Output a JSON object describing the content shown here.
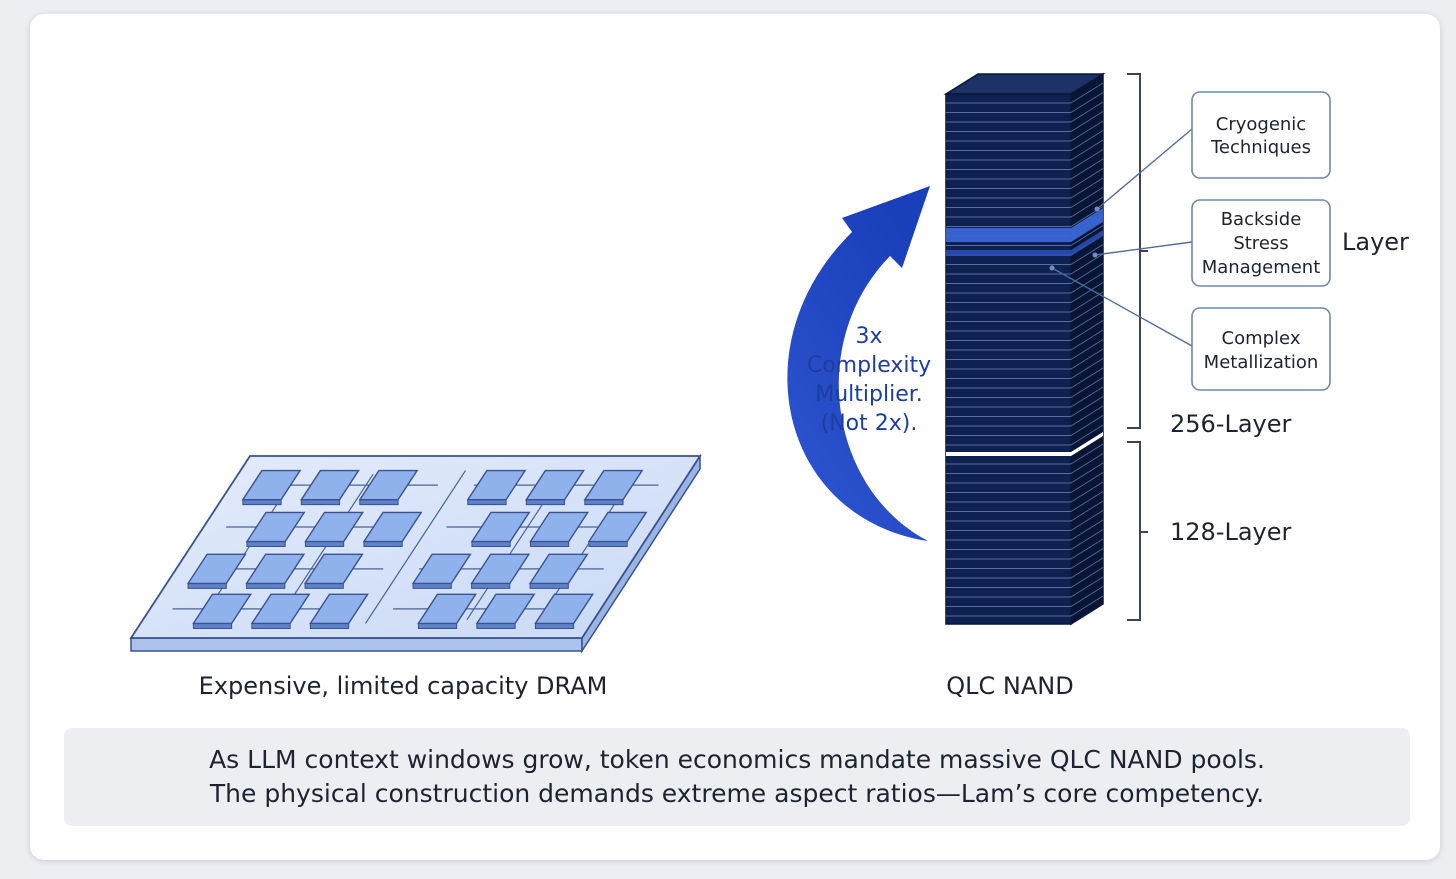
{
  "dram": {
    "label": "Expensive, limited capacity DRAM"
  },
  "nand": {
    "label": "QLC NAND",
    "layer_label": "Layer",
    "upper_bracket_label": "256-Layer",
    "lower_bracket_label": "128-Layer"
  },
  "arrow": {
    "lines": [
      "3x",
      "Complexity",
      "Multiplier.",
      "(Not 2x)."
    ]
  },
  "callouts": [
    {
      "lines": [
        "Cryogenic",
        "Techniques"
      ]
    },
    {
      "lines": [
        "Backside",
        "Stress",
        "Management"
      ]
    },
    {
      "lines": [
        "Complex",
        "Metallization"
      ]
    }
  ],
  "caption": {
    "line1": "As LLM context windows grow, token economics mandate massive QLC NAND pools.",
    "line2": "The physical construction demands extreme aspect ratios—Lam’s core competency."
  },
  "colors": {
    "stack_front": "#0f2150",
    "stack_side": "#081535",
    "stack_top": "#1c3166",
    "highlight_band": "#3a66d6",
    "arrow": "#1f45c4",
    "chip_fill": "#8fb1ec",
    "board_fill": "#dce7f9",
    "outline": "#3a5290",
    "callout_border": "#5f7da8"
  }
}
